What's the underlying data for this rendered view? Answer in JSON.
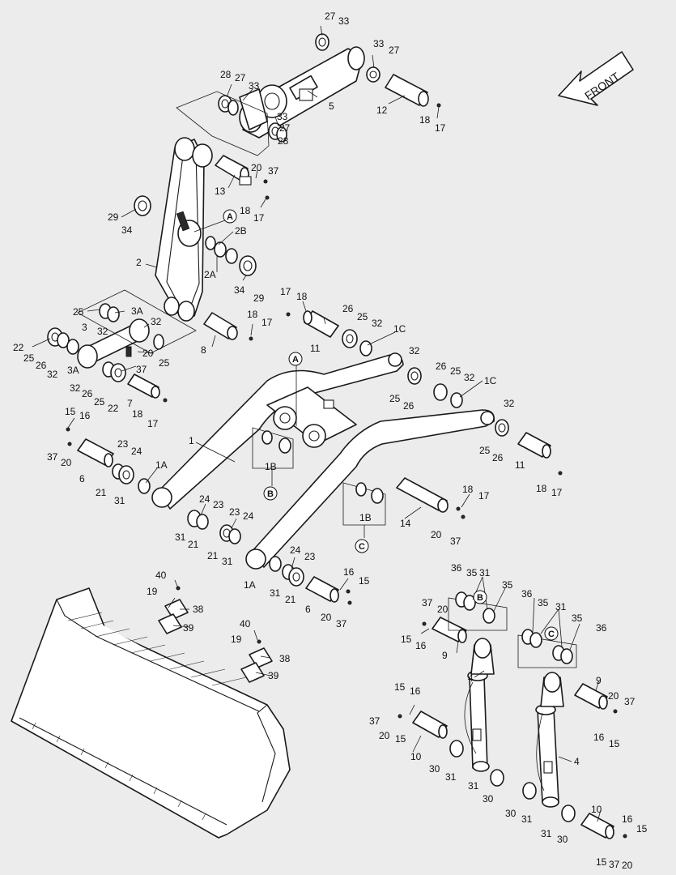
{
  "front_label": "FRONT",
  "labels": {
    "l27a": "27",
    "l33a": "33",
    "l33b": "33",
    "l27b": "27",
    "l28a": "28",
    "l27c": "27",
    "l33c": "33",
    "l5": "5",
    "l12": "12",
    "l18a": "18",
    "l17a": "17",
    "l33d": "33",
    "l27d": "27",
    "l28b": "28",
    "l20a": "20",
    "l37a": "37",
    "l13": "13",
    "l18b": "18",
    "l17b": "17",
    "l29a": "29",
    "l34a": "34",
    "l2B": "2B",
    "l2": "2",
    "l2A": "2A",
    "l34b": "34",
    "l29b": "29",
    "l25a": "25",
    "l3Aa": "3A",
    "l3": "3",
    "l32a": "32",
    "l32b": "32",
    "l22a": "22",
    "l25b": "25",
    "l26a": "26",
    "l32c": "32",
    "l3Ab": "3A",
    "l20b": "20",
    "l25c": "25",
    "l37b": "37",
    "l32d": "32",
    "l26b": "26",
    "l25d": "25",
    "l22b": "22",
    "l7": "7",
    "l18c": "18",
    "l17c": "17",
    "l17d": "17",
    "l18d": "18",
    "l26c": "26",
    "l25e": "25",
    "l32e": "32",
    "l1Ca": "1C",
    "l11a": "11",
    "l18e": "18",
    "l17e": "17",
    "l8": "8",
    "l32f": "32",
    "l26d": "26",
    "l25f": "25",
    "l32g": "32",
    "l1Cb": "1C",
    "l25g": "25",
    "l26e": "26",
    "l32h": "32",
    "l25h": "25",
    "l26f": "26",
    "l11b": "11",
    "l18f": "18",
    "l17f": "17",
    "l1": "1",
    "l15a": "15",
    "l16a": "16",
    "l37c": "37",
    "l20c": "20",
    "l6a": "6",
    "l23a": "23",
    "l24a": "24",
    "l21a": "21",
    "l31a": "31",
    "l1Aa": "1A",
    "l1Ba": "1B",
    "l18g": "18",
    "l17g": "17",
    "l1Bb": "1B",
    "l14": "14",
    "l20d": "20",
    "l37d": "37",
    "l24b": "24",
    "l23b": "23",
    "l31b": "31",
    "l21b": "21",
    "l23c": "23",
    "l24c": "24",
    "l21c": "21",
    "l31c": "31",
    "l24d": "24",
    "l23d": "23",
    "l1Ab": "1A",
    "l31d": "31",
    "l21d": "21",
    "l16b": "16",
    "l15b": "15",
    "l6b": "6",
    "l20e": "20",
    "l37e": "37",
    "l40a": "40",
    "l19a": "19",
    "l38a": "38",
    "l39a": "39",
    "l40b": "40",
    "l19b": "19",
    "l38b": "38",
    "l39b": "39",
    "l36a": "36",
    "l35a": "35",
    "l31e": "31",
    "l35b": "35",
    "l37f": "37",
    "l20f": "20",
    "l15c": "15",
    "l16c": "16",
    "l9a": "9",
    "l36b": "36",
    "l35c": "35",
    "l31f": "31",
    "l35d": "35",
    "l36c": "36",
    "l4a": "4",
    "l15d": "15",
    "l16d": "16",
    "l37g": "37",
    "l20g": "20",
    "l15e": "15",
    "l10a": "10",
    "l30a": "30",
    "l31g": "31",
    "l31h": "31",
    "l30b": "30",
    "l9b": "9",
    "l20h": "20",
    "l37h": "37",
    "l16e": "16",
    "l15f": "15",
    "l4b": "4",
    "l30c": "30",
    "l31i": "31",
    "l10b": "10",
    "l16f": "16",
    "l15g": "15",
    "l31j": "31",
    "l30d": "30",
    "l15h": "15",
    "l37i": "37",
    "l20i": "20"
  },
  "callouts": {
    "A1": "A",
    "A2": "A",
    "B1": "B",
    "B2": "B",
    "C1": "C",
    "C2": "C"
  }
}
